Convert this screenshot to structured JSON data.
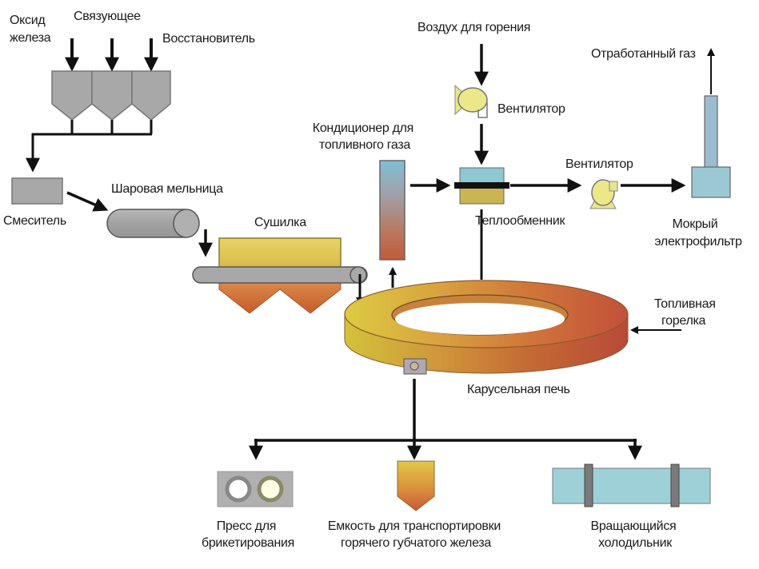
{
  "title": "Процесс прямого восстановления железа во вращающейся карусельной печи",
  "colors": {
    "hopper": "#a9a9a9",
    "arrow": "#111111",
    "dryer_top": "#e6cf5a",
    "dryer_bottom": "#d2692e",
    "furnace_cold": "#dcc53e",
    "furnace_hot": "#c0503a",
    "exchanger_top": "#8ec8d4",
    "exchanger_bottom": "#c9b550",
    "fan": "#e8e48a",
    "filter": "#9cc8d4",
    "cooler": "#9ed0d8"
  },
  "labels": {
    "iron_oxide": [
      "Оксид",
      "железа"
    ],
    "binder": "Связующее",
    "reductant": "Восстановитель",
    "mixer": "Смеситель",
    "ball_mill": "Шаровая мельница",
    "dryer": "Сушилка",
    "fuel_gas_conditioner": [
      "Кондиционер для",
      "топливного газа"
    ],
    "combustion_air": "Воздух для горения",
    "fan_top": "Вентилятор",
    "fan_right": "Вентилятор",
    "heat_exchanger": "Теплообменник",
    "exhaust_gas": "Отработанный газ",
    "wet_esp": [
      "Мокрый",
      "электрофильтр"
    ],
    "fuel_burner": [
      "Топливная",
      "горелка"
    ],
    "rotary_hearth_furnace": "Карусельная печь",
    "briquetting_press": [
      "Пресс для",
      "брикетирования"
    ],
    "hot_dri_container": [
      "Емкость для транспортировки",
      "горячего губчатого железа"
    ],
    "rotary_cooler": [
      "Вращающийся",
      "холодильник"
    ]
  }
}
